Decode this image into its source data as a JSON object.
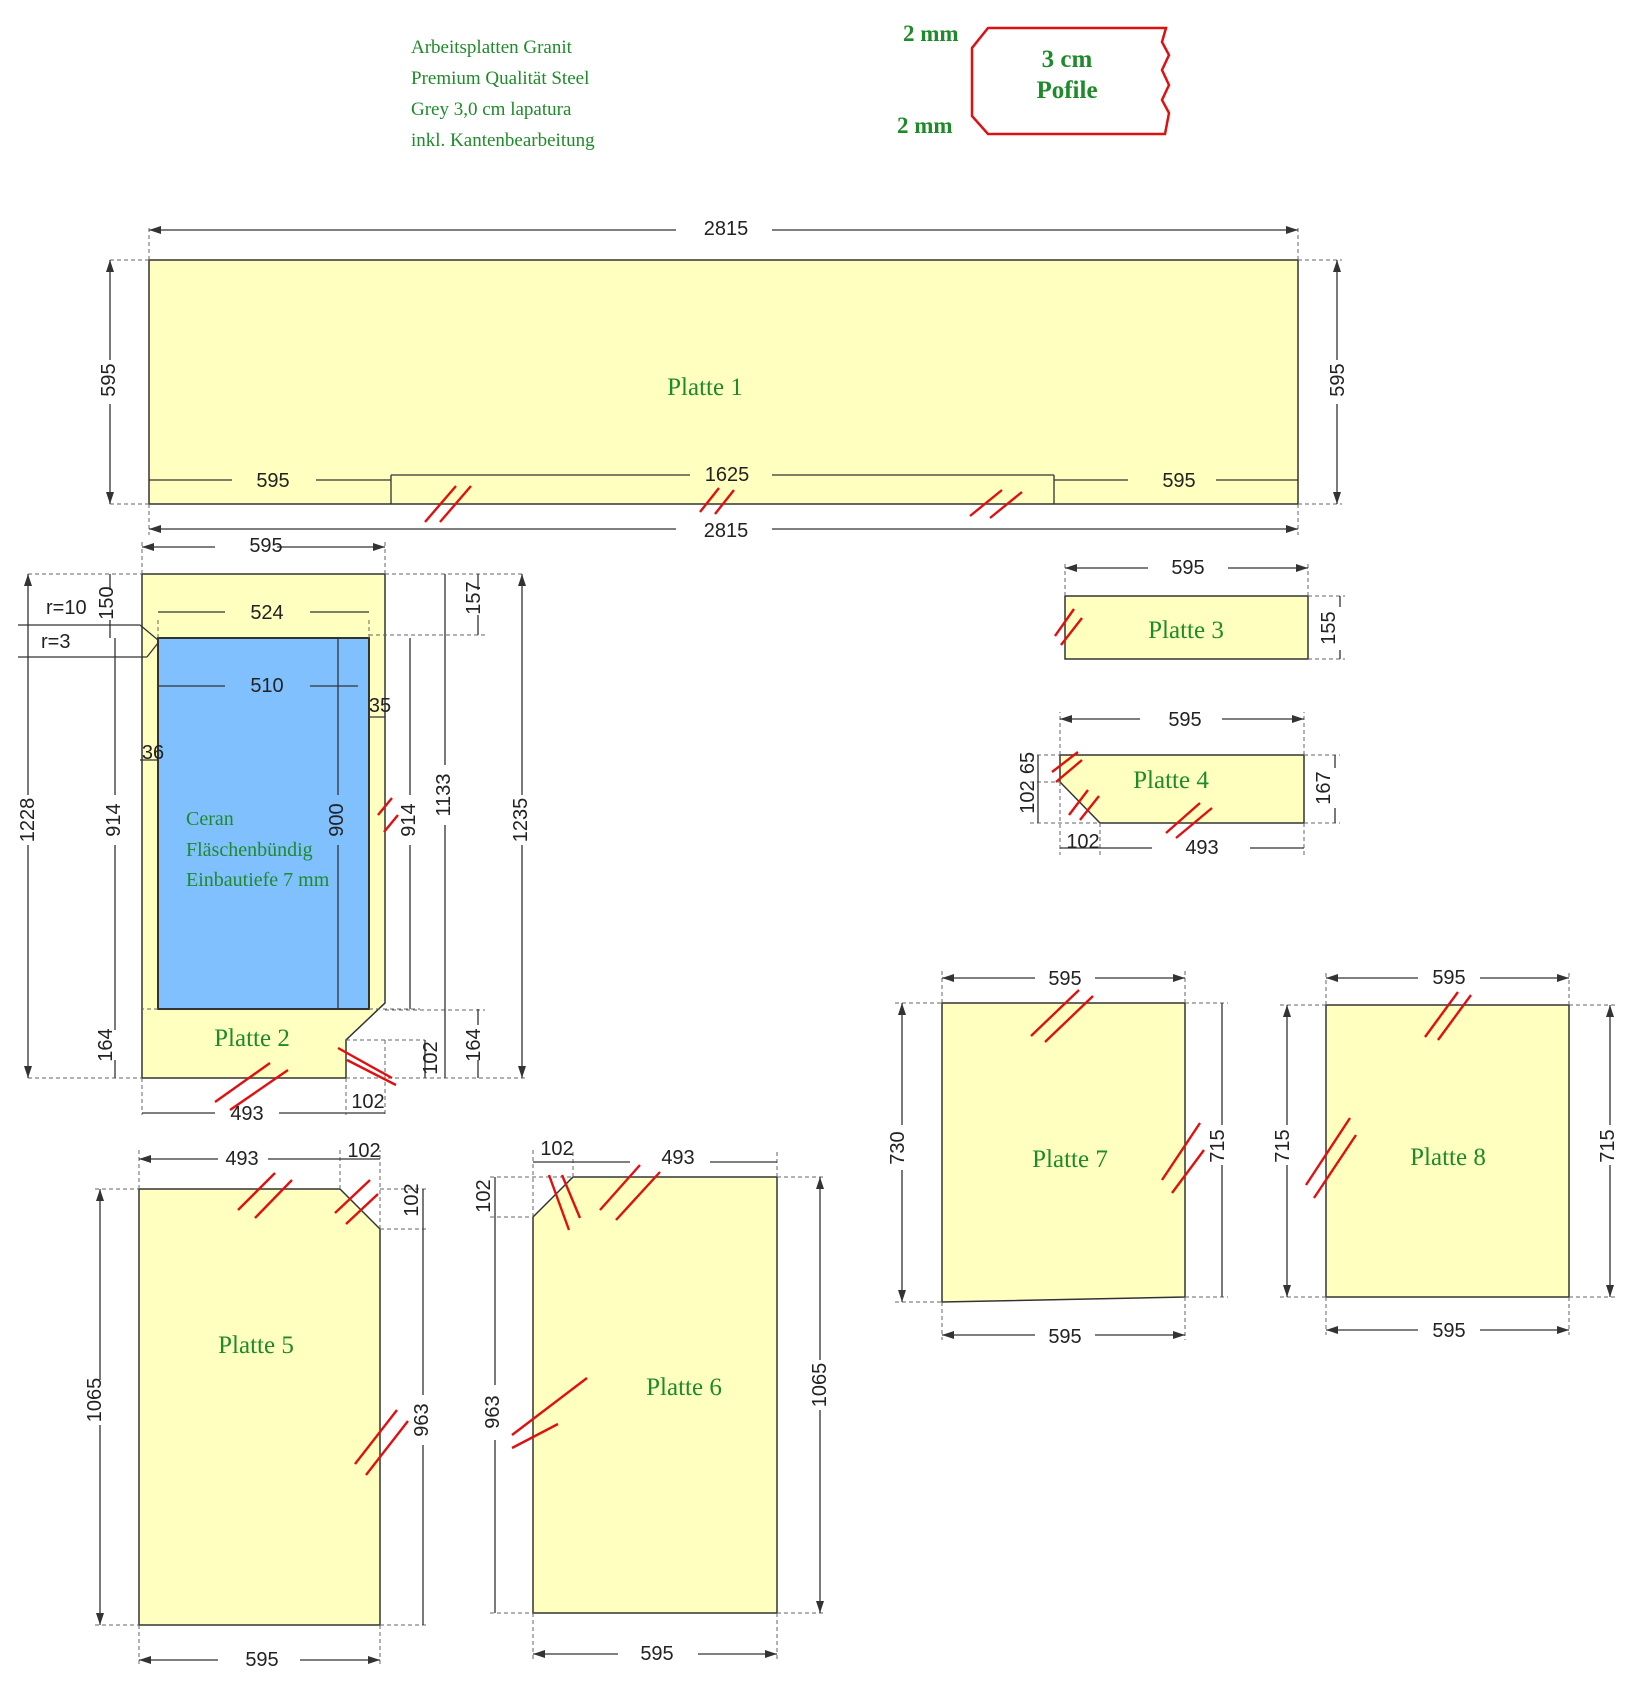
{
  "header": {
    "lines": [
      "Arbeitsplatten Granit",
      "Premium Qualität Steel",
      "Grey 3,0 cm lapatura",
      "inkl. Kantenbearbeitung"
    ]
  },
  "profile": {
    "top_label": "2 mm",
    "bottom_label": "2 mm",
    "line1": "3 cm",
    "line2": "Pofile",
    "outline_color": "#dd1111"
  },
  "colors": {
    "panel": "#ffffc0",
    "cutout": "#80c0ff",
    "text": "#1e8a2a",
    "edge_mark": "#e01010"
  },
  "panels": {
    "p1": {
      "name": "Platte 1",
      "top": "2815",
      "bottom": "2815",
      "left": "595",
      "right": "595",
      "seg_left": "595",
      "seg_mid": "1625",
      "seg_right": "595"
    },
    "p2": {
      "name": "Platte 2",
      "top": "595",
      "cut_width": "524",
      "hole_width": "510",
      "r10": "r=10",
      "r3": "r=3",
      "d150": "150",
      "d157": "157",
      "d36": "36",
      "d35": "35",
      "d1228": "1228",
      "d914_left": "914",
      "d900": "900",
      "d914_right": "914",
      "d1133": "1133",
      "d1235": "1235",
      "d164_left": "164",
      "d164_right": "164",
      "d102_v": "102",
      "d493": "493",
      "d102_h": "102",
      "ceran": [
        "Ceran",
        "Fläschenbündig",
        "Einbautiefe 7 mm"
      ]
    },
    "p3": {
      "name": "Platte 3",
      "top": "595",
      "right": "155"
    },
    "p4": {
      "name": "Platte 4",
      "top": "595",
      "left_102": "102",
      "left_65": "65",
      "right": "167",
      "bottom_102": "102",
      "bottom_493": "493"
    },
    "p5": {
      "name": "Platte 5",
      "top_493": "493",
      "top_102": "102",
      "right_102": "102",
      "left": "1065",
      "right_963": "963",
      "bottom": "595"
    },
    "p6": {
      "name": "Platte 6",
      "top_102": "102",
      "top_493": "493",
      "left_102": "102",
      "left_963": "963",
      "right": "1065",
      "bottom": "595"
    },
    "p7": {
      "name": "Platte 7",
      "top": "595",
      "left": "730",
      "right": "715",
      "bottom": "595"
    },
    "p8": {
      "name": "Platte 8",
      "top": "595",
      "left": "715",
      "right": "715",
      "bottom": "595"
    }
  }
}
